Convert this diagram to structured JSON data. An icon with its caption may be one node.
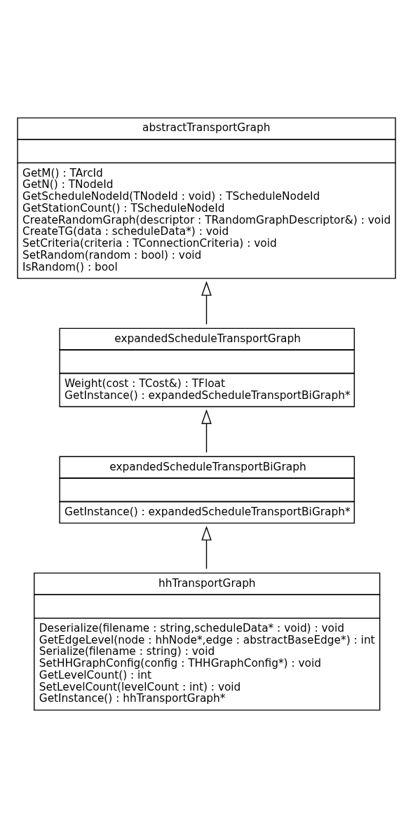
{
  "diagram": {
    "nodes": [
      {
        "text": [
          "abstractTransportGraph",
          "GetM() : TArcId",
          "GetN() : TNodeId",
          "GetScheduleNodeId(TNodeId : void) : TScheduleNodeId",
          "GetStationCount() : TScheduleNodeId",
          "CreateRandomGraph(descriptor : TRandomGraphDescriptor&) : void",
          "CreateTG(data : scheduleData*) : void",
          "SetCriteria(criteria : TConnectionCriteria) : void",
          "SetRandom(random : bool) : void",
          "IsRandom() : bool"
        ]
      },
      {
        "text": [
          "expandedScheduleTransportGraph",
          "Weight(cost : TCost&) : TFloat",
          "GetInstance() : expandedScheduleTransportBiGraph*"
        ]
      },
      {
        "text": [
          "expandedScheduleTransportBiGraph",
          "GetInstance() : expandedScheduleTransportBiGraph*"
        ]
      },
      {
        "text": [
          "hhTransportGraph",
          "Deserialize(filename : string,scheduleData* : void) : void",
          "GetEdgeLevel(node : hhNode*,edge : abstractBaseEdge*) : int",
          "Serialize(filename : string) : void",
          "SetHHGraphConfig(config : THHGraphConfig*) : void",
          "GetLevelCount() : int",
          "SetLevelCount(levelCount : int) : void",
          "GetInstance() : hhTransportGraph*"
        ]
      }
    ],
    "edges": [
      {
        "from": 1,
        "to": 0,
        "arrow": "to"
      },
      {
        "from": 2,
        "to": 1,
        "arrow": "to"
      },
      {
        "from": 3,
        "to": 2,
        "arrow": "to"
      }
    ]
  }
}
